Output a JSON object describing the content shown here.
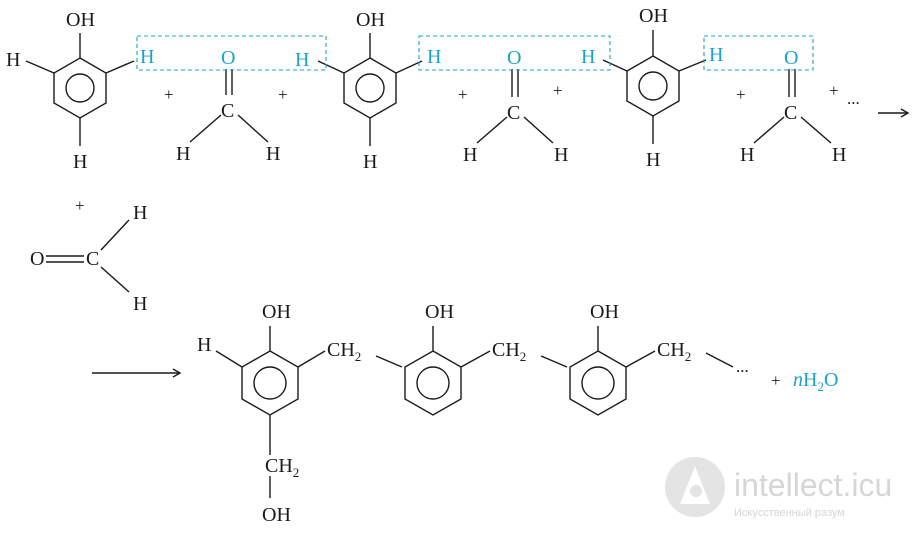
{
  "atoms": {
    "oh": "OH",
    "h": "H",
    "o": "O",
    "c": "C",
    "ch": "CH",
    "sub2": "2",
    "n": "n",
    "h2o_h": "H",
    "h2o_o": "O"
  },
  "operators": {
    "plus": "+",
    "dots": "..."
  },
  "colors": {
    "ink": "#1a1a1a",
    "highlight": "#1aa3c8"
  },
  "watermark": {
    "brand": "intellect.icu",
    "tagline": "Искусственный разум"
  }
}
